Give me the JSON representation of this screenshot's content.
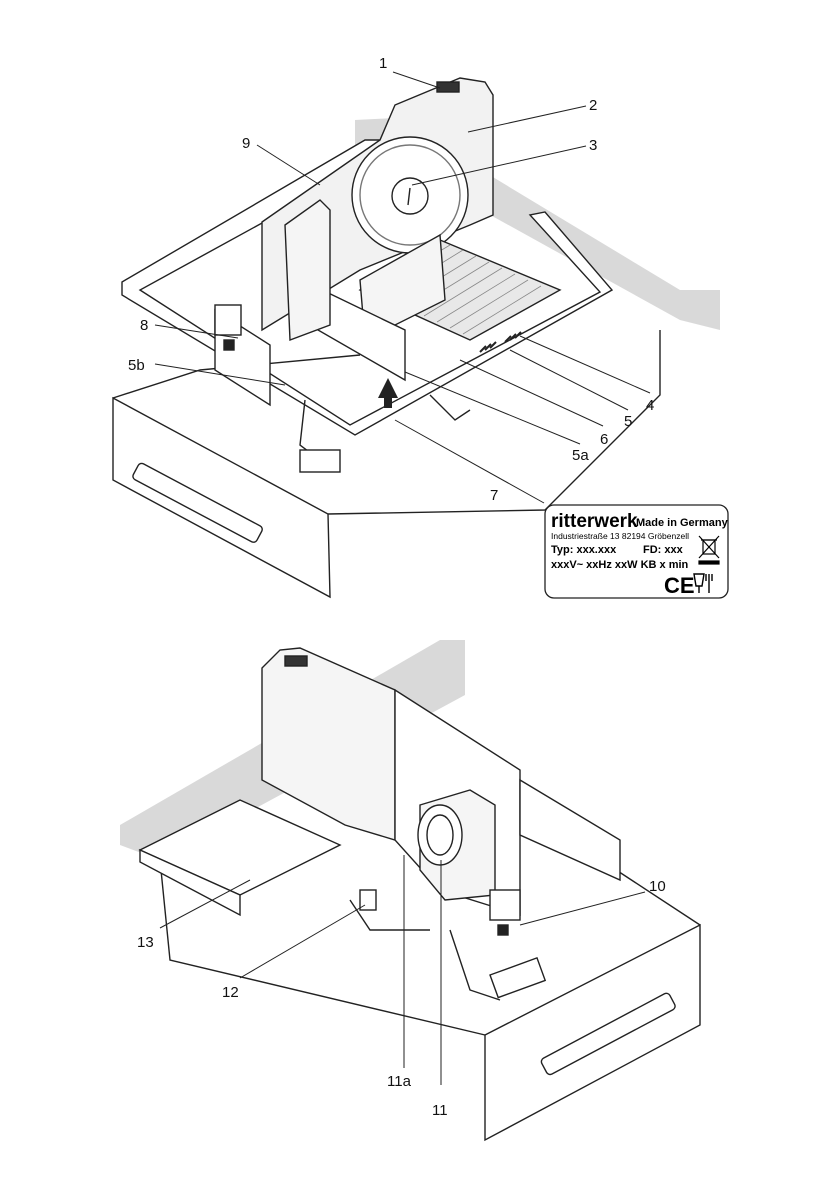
{
  "top_figure": {
    "callouts": [
      "1",
      "2",
      "3",
      "9",
      "8",
      "5b",
      "4",
      "5",
      "6",
      "5a",
      "7"
    ]
  },
  "rating_plate": {
    "brand": "ritterwerk",
    "made_in": "Made in Germany",
    "address": "Industriestraße 13   82194 Gröbenzell",
    "type_line": "Typ: xxx.xxx",
    "fd_line": "FD: xxx",
    "electrical_line": "xxxV~  xxHz   xxW  KB x min",
    "ce_mark": "CE"
  },
  "bottom_figure": {
    "callouts": [
      "10",
      "13",
      "12",
      "11a",
      "11"
    ]
  },
  "icons": {
    "weee": "crossed-out-wheelie-bin-icon",
    "food_safe": "glass-and-fork-icon"
  }
}
